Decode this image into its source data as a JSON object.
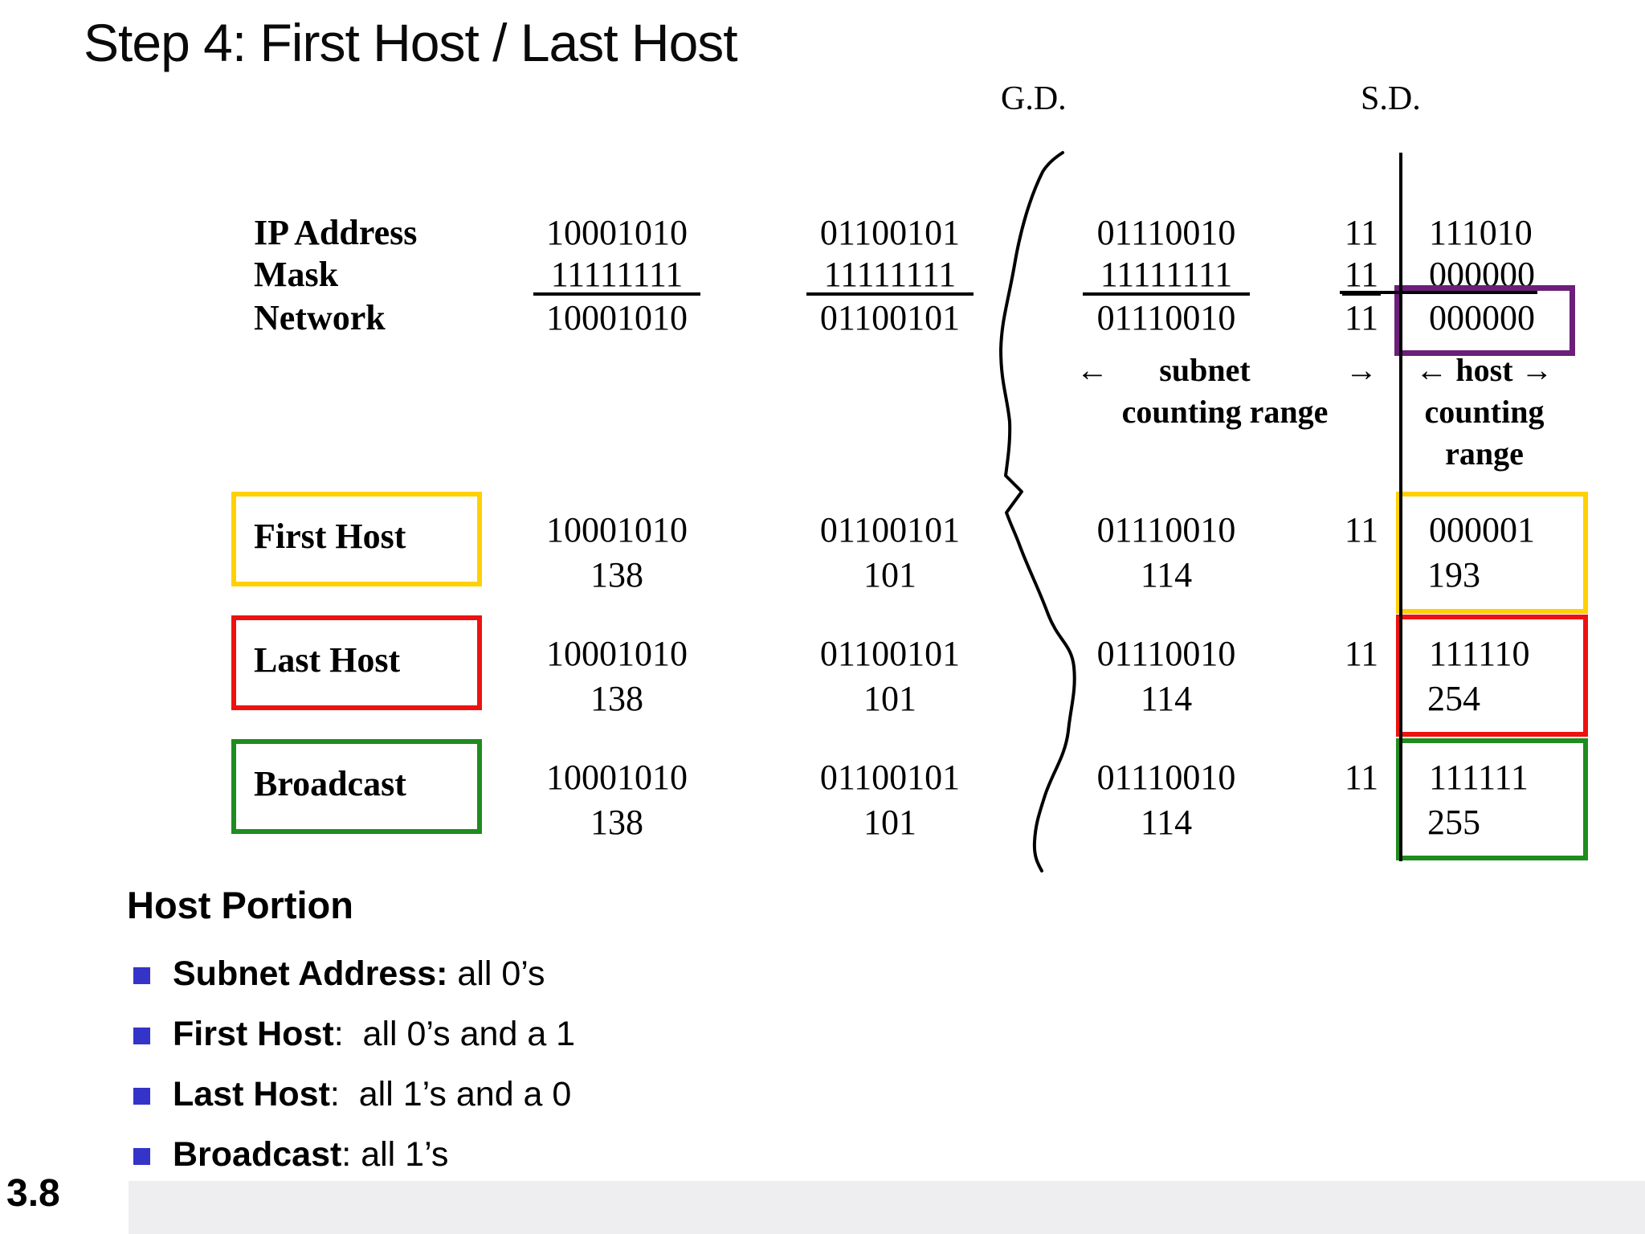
{
  "slide": {
    "title": "Step 4: First Host / Last Host",
    "page_number": "3.8"
  },
  "diagram": {
    "gd_label": "G.D.",
    "sd_label": "S.D.",
    "table": {
      "rows": [
        {
          "label": "IP Address",
          "oct1": "10001010",
          "oct2": "01100101",
          "oct3": "01110010",
          "bits": "11",
          "host": "111010"
        },
        {
          "label": "Mask",
          "oct1": "11111111",
          "oct2": "11111111",
          "oct3": "11111111",
          "bits": "11",
          "host": "000000"
        },
        {
          "label": "Network",
          "oct1": "10001010",
          "oct2": "01100101",
          "oct3": "01110010",
          "bits": "11",
          "host": "000000"
        }
      ]
    },
    "subnet_range": {
      "left_arrow": "←",
      "label": "subnet",
      "right_arrow": "→",
      "sub_label": "counting range"
    },
    "host_range": {
      "label": "← host →",
      "sub_label_1": "counting",
      "sub_label_2": "range"
    },
    "hosts": [
      {
        "label": "First Host",
        "oct1": "10001010",
        "dec1": "138",
        "oct2": "01100101",
        "dec2": "101",
        "oct3": "01110010",
        "dec3": "114",
        "bits": "11",
        "host_bits": "000001",
        "host_dec": "193",
        "box_color": "#FFD100"
      },
      {
        "label": "Last Host",
        "oct1": "10001010",
        "dec1": "138",
        "oct2": "01100101",
        "dec2": "101",
        "oct3": "01110010",
        "dec3": "114",
        "bits": "11",
        "host_bits": "111110",
        "host_dec": "254",
        "box_color": "#EE1111"
      },
      {
        "label": "Broadcast",
        "oct1": "10001010",
        "dec1": "138",
        "oct2": "01100101",
        "dec2": "101",
        "oct3": "01110010",
        "dec3": "114",
        "bits": "11",
        "host_bits": "111111",
        "host_dec": "255",
        "box_color": "#1E8C1E"
      }
    ],
    "highlight_box_color": "#6B1F78"
  },
  "notes": {
    "heading": "Host Portion",
    "bullets": [
      {
        "term": "Subnet Address:",
        "rest": " all 0’s"
      },
      {
        "term": "First Host",
        "rest": ":  all 0’s and a 1"
      },
      {
        "term": "Last Host",
        "rest": ":  all 1’s and a 0"
      },
      {
        "term": "Broadcast",
        "rest": ": all 1’s"
      }
    ]
  }
}
